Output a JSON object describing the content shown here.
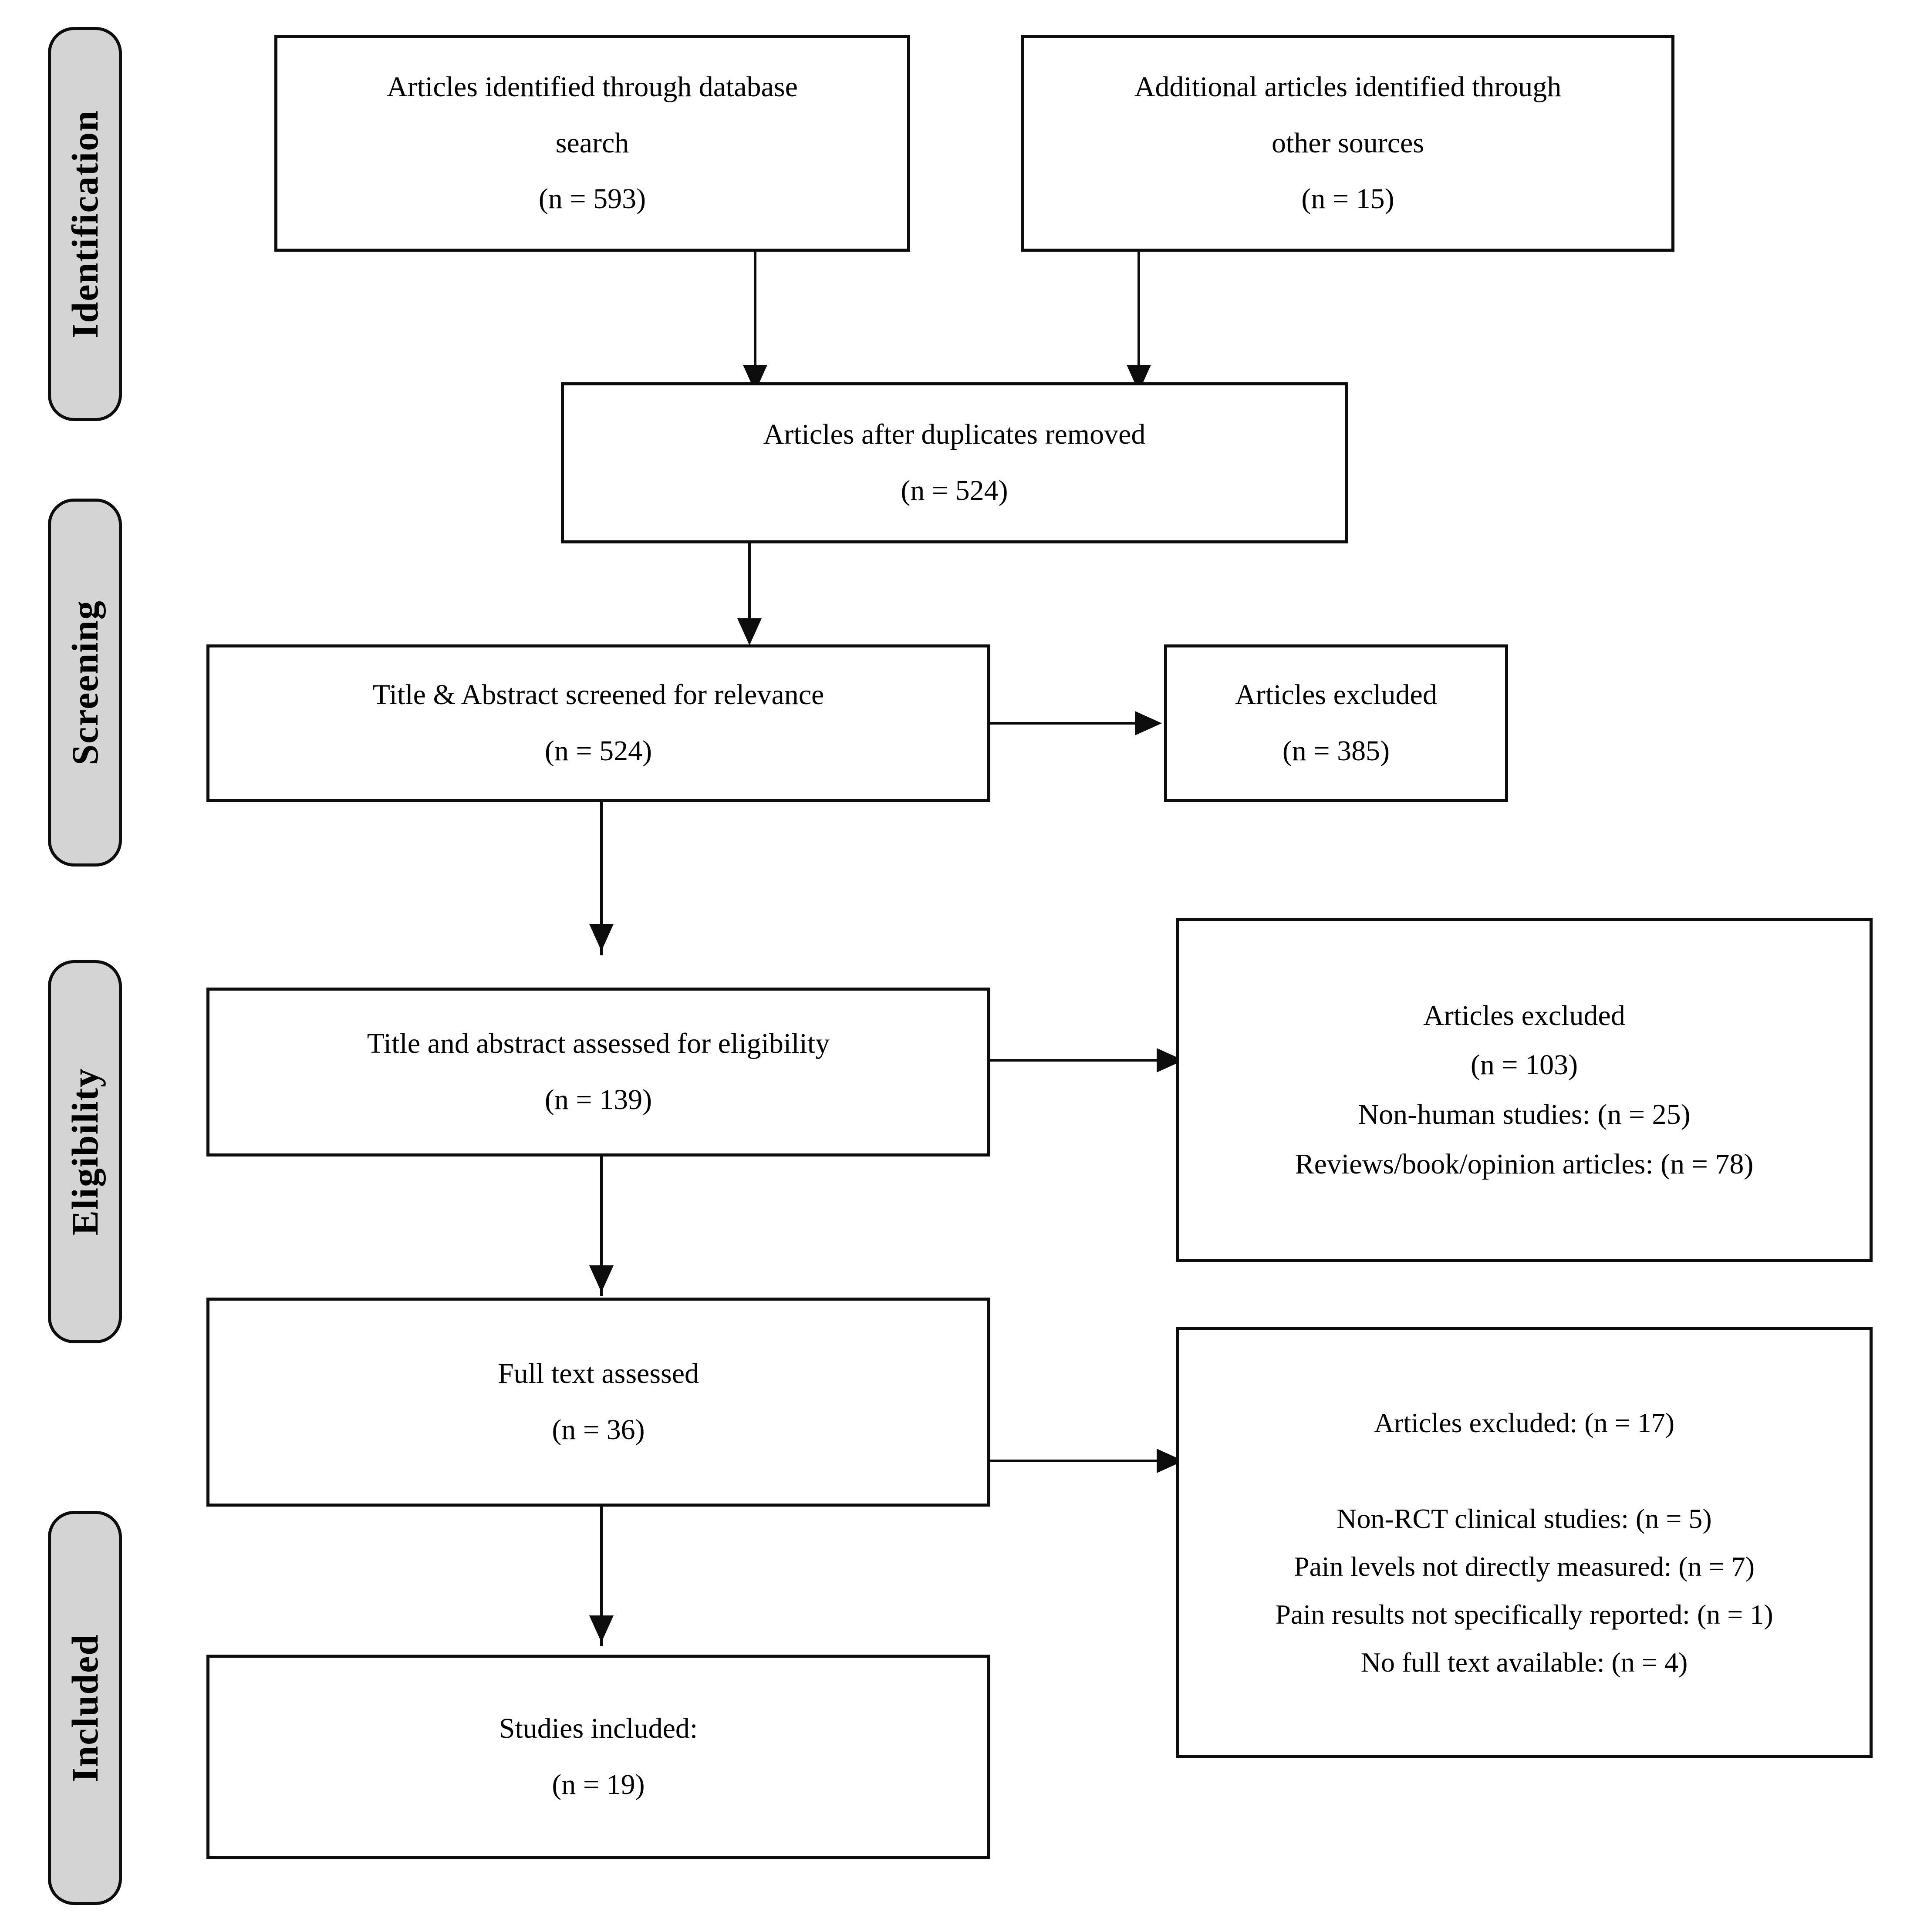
{
  "diagram": {
    "type": "prisma-flow-diagram",
    "stages": [
      {
        "id": "identification",
        "label": "Identification"
      },
      {
        "id": "screening",
        "label": "Screening"
      },
      {
        "id": "eligibility",
        "label": "Eligibility"
      },
      {
        "id": "included",
        "label": "Included"
      }
    ],
    "colors": {
      "stage_tab_fill": "#d4d4d4",
      "stroke": "#0d0d0d",
      "box_fill": "#ffffff",
      "text": "#000000"
    },
    "boxes": {
      "database_search": {
        "line1": "Articles identified through database",
        "line2": "search",
        "line3": "(n = 593)"
      },
      "other_sources": {
        "line1": "Additional articles identified through",
        "line2": "other sources",
        "line3": "(n = 15)"
      },
      "duplicates_removed": {
        "line1": "Articles after duplicates removed",
        "line2": "(n = 524)"
      },
      "title_abstract_screened": {
        "line1": "Title & Abstract screened for relevance",
        "line2": "(n = 524)"
      },
      "excluded_screening": {
        "line1": "Articles excluded",
        "line2": "(n = 385)"
      },
      "eligibility_assessed": {
        "line1": "Title and abstract assessed for eligibility",
        "line2": "(n = 139)"
      },
      "excluded_eligibility": {
        "line1": "Articles excluded",
        "line2": "(n = 103)",
        "line3": "Non-human studies: (n = 25)",
        "line4": "Reviews/book/opinion articles: (n = 78)"
      },
      "full_text_assessed": {
        "line1": "Full text assessed",
        "line2": "(n = 36)"
      },
      "excluded_full_text": {
        "line1": "Articles excluded: (n = 17)",
        "line2": "Non-RCT clinical studies: (n = 5)",
        "line3": "Pain levels not directly measured: (n = 7)",
        "line4": "Pain results not specifically reported: (n = 1)",
        "line5": "No full text available: (n = 4)"
      },
      "studies_included": {
        "line1": "Studies included:",
        "line2": "(n = 19)"
      }
    },
    "counts": {
      "database_search": 593,
      "other_sources": 15,
      "after_duplicates": 524,
      "title_abstract_screened": 524,
      "excluded_screening": 385,
      "eligibility_assessed": 139,
      "excluded_eligibility_total": 103,
      "excluded_non_human": 25,
      "excluded_reviews_books_opinion": 78,
      "full_text_assessed": 36,
      "excluded_full_text_total": 17,
      "excluded_non_rct": 5,
      "excluded_pain_not_measured": 7,
      "excluded_pain_not_reported": 1,
      "excluded_no_full_text": 4,
      "studies_included": 19
    }
  }
}
